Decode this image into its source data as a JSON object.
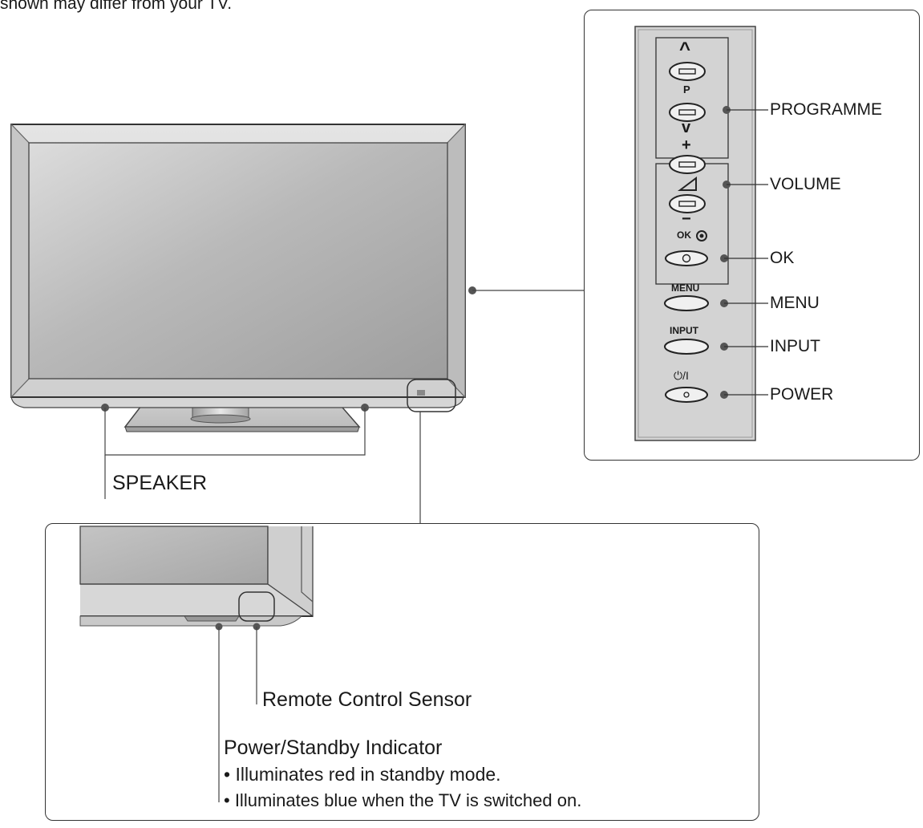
{
  "top_note": "shown may differ from your TV.",
  "side_panel": {
    "button_marks": {
      "up": "^",
      "p": "P",
      "down": "v",
      "plus": "+",
      "minus": "−",
      "ok": "OK",
      "menu": "MENU",
      "input": "INPUT",
      "power": "⏻/I"
    },
    "callouts": {
      "programme": "PROGRAMME",
      "volume": "VOLUME",
      "ok": "OK",
      "menu": "MENU",
      "input": "INPUT",
      "power": "POWER"
    }
  },
  "labels": {
    "speaker": "SPEAKER",
    "remote_sensor": "Remote Control Sensor",
    "indicator_title": "Power/Standby Indicator",
    "indicator_note_1": "• Illuminates red in standby mode.",
    "indicator_note_2": "• Illuminates blue when the TV is switched on."
  }
}
